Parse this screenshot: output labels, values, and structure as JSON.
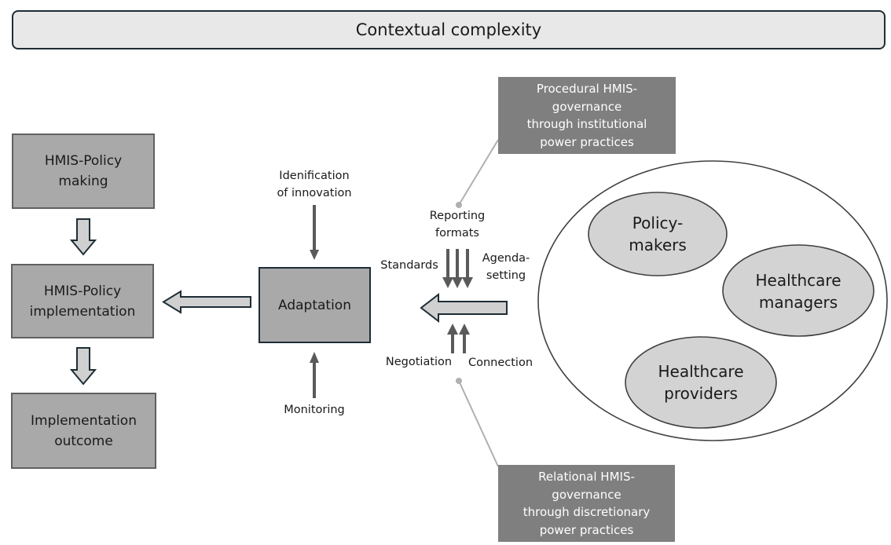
{
  "banner": {
    "title": "Contextual complexity"
  },
  "left_column": {
    "boxes": [
      {
        "line1": "HMIS-Policy",
        "line2": "making"
      },
      {
        "line1": "HMIS-Policy",
        "line2": "implementation"
      },
      {
        "line1": "Implementation",
        "line2": "outcome"
      }
    ]
  },
  "center": {
    "adaptation": "Adaptation",
    "top_input": {
      "line1": "Idenification",
      "line2": "of innovation"
    },
    "bottom_input": "Monitoring"
  },
  "governance_inputs": {
    "top": {
      "reporting_line1": "Reporting",
      "reporting_line2": "formats",
      "standards": "Standards",
      "agenda_line1": "Agenda-",
      "agenda_line2": "setting"
    },
    "bottom": {
      "negotiation": "Negotiation",
      "connection": "Connection"
    }
  },
  "callouts": {
    "procedural": {
      "line1": "Procedural HMIS-",
      "line2": "governance",
      "line3": "through institutional",
      "line4": "power practices"
    },
    "relational": {
      "line1": "Relational HMIS-",
      "line2": "governance",
      "line3": "through discretionary",
      "line4": "power practices"
    }
  },
  "actors": {
    "policy_makers": {
      "line1": "Policy-",
      "line2": "makers"
    },
    "healthcare_managers": {
      "line1": "Healthcare",
      "line2": "managers"
    },
    "healthcare_providers": {
      "line1": "Healthcare",
      "line2": "providers"
    }
  },
  "colors": {
    "box_fill": "#a9a9a9",
    "arrow_fill": "#d0d0d0",
    "outline_dark": "#1e2d35",
    "callout_fill": "#7f7f7f",
    "ellipse_fill": "#d3d3d3",
    "thin_arrow": "#5a5a5a",
    "connector": "#b0b0b0"
  }
}
